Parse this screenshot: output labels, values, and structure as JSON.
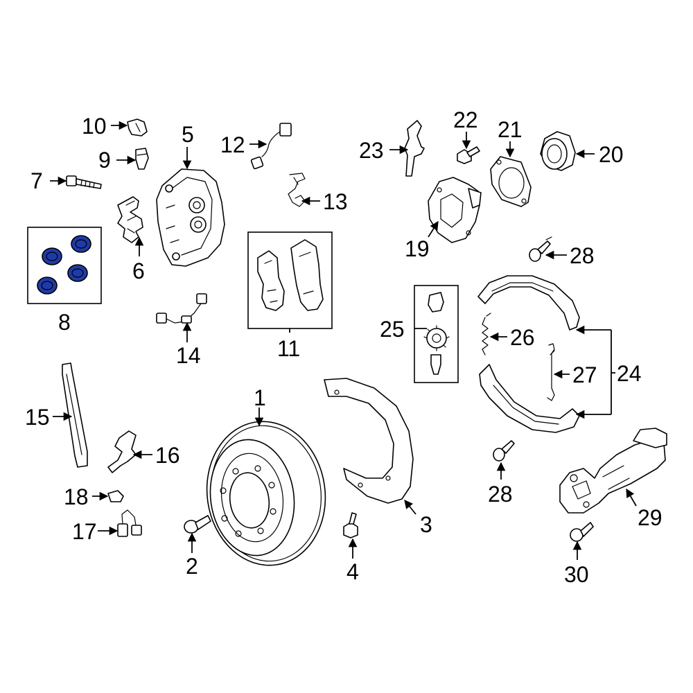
{
  "highlight_color": "#1f3aa8",
  "callouts": {
    "c1": "1",
    "c2": "2",
    "c3": "3",
    "c4": "4",
    "c5": "5",
    "c6": "6",
    "c7": "7",
    "c8": "8",
    "c9": "9",
    "c10": "10",
    "c11": "11",
    "c12": "12",
    "c13": "13",
    "c14": "14",
    "c15": "15",
    "c16": "16",
    "c17": "17",
    "c18": "18",
    "c19": "19",
    "c20": "20",
    "c21": "21",
    "c22": "22",
    "c23": "23",
    "c24": "24",
    "c25": "25",
    "c26": "26",
    "c27": "27",
    "c28a": "28",
    "c28b": "28",
    "c29": "29",
    "c30": "30"
  }
}
